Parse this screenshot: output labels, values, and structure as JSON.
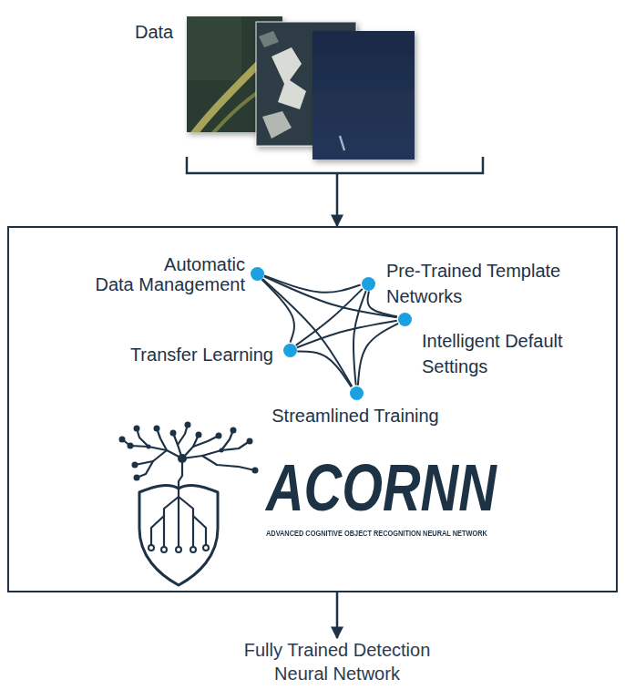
{
  "diagram": {
    "nodes": [
      {
        "text": [
          "Data"
        ]
      },
      {
        "text": [
          "ACORNN",
          "ADVANCED COGNITIVE OBJECT RECOGNITION NEURAL NETWORK"
        ]
      },
      {
        "text": [
          "Automatic Data Management"
        ],
        "in": 1
      },
      {
        "text": [
          "Pre-Trained Template Networks"
        ],
        "in": 1
      },
      {
        "text": [
          "Intelligent Default Settings"
        ],
        "in": 1
      },
      {
        "text": [
          "Transfer Learning"
        ],
        "in": 1
      },
      {
        "text": [
          "Streamlined Training"
        ],
        "in": 1
      },
      {
        "text": [
          "Fully Trained Detection Neural Network"
        ]
      }
    ],
    "edges": [
      {
        "from": 0,
        "to": 1,
        "arrow": "to"
      },
      {
        "from": 1,
        "to": 7,
        "arrow": "to"
      },
      {
        "from": 2,
        "to": 3,
        "arrow": "none"
      },
      {
        "from": 2,
        "to": 4,
        "arrow": "none"
      },
      {
        "from": 2,
        "to": 5,
        "arrow": "none"
      },
      {
        "from": 2,
        "to": 6,
        "arrow": "none"
      },
      {
        "from": 3,
        "to": 4,
        "arrow": "none"
      },
      {
        "from": 3,
        "to": 5,
        "arrow": "none"
      },
      {
        "from": 3,
        "to": 6,
        "arrow": "none"
      },
      {
        "from": 4,
        "to": 5,
        "arrow": "none"
      },
      {
        "from": 4,
        "to": 6,
        "arrow": "none"
      },
      {
        "from": 5,
        "to": 6,
        "arrow": "none"
      }
    ]
  }
}
